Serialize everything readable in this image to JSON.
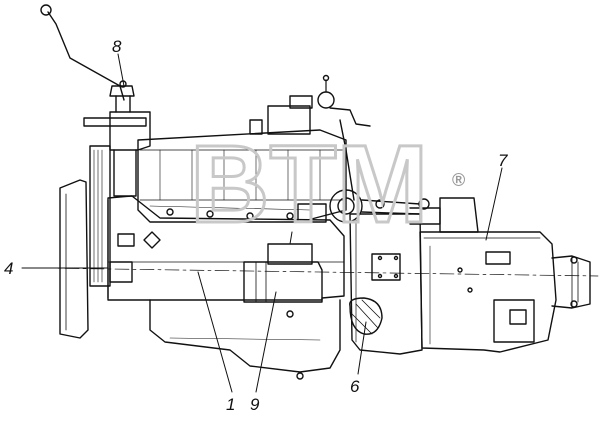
{
  "diagram": {
    "callouts": [
      {
        "id": "8",
        "label": "8"
      },
      {
        "id": "7",
        "label": "7"
      },
      {
        "id": "4",
        "label": "4"
      },
      {
        "id": "1",
        "label": "1"
      },
      {
        "id": "9",
        "label": "9"
      },
      {
        "id": "6",
        "label": "6"
      }
    ],
    "watermark": {
      "text": "BTM",
      "mark": "®"
    },
    "colors": {
      "ink": "#111111",
      "watermark": "#c8c8c8",
      "paper": "#ffffff"
    }
  }
}
